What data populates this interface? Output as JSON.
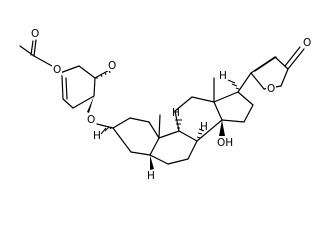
{
  "atom_labels": {
    "acetyl_carbonyl_O": "O",
    "ester_O": "O",
    "pyran_ring_O": "O",
    "glycosidic_O": "O",
    "lactone_carbonyl_O": "O",
    "lactone_ring_O": "O",
    "hydroxyl": "OH",
    "h_c3": "H",
    "h_c5": "H",
    "h_c8": "H",
    "h_c9": "H",
    "h_c17": "H"
  }
}
